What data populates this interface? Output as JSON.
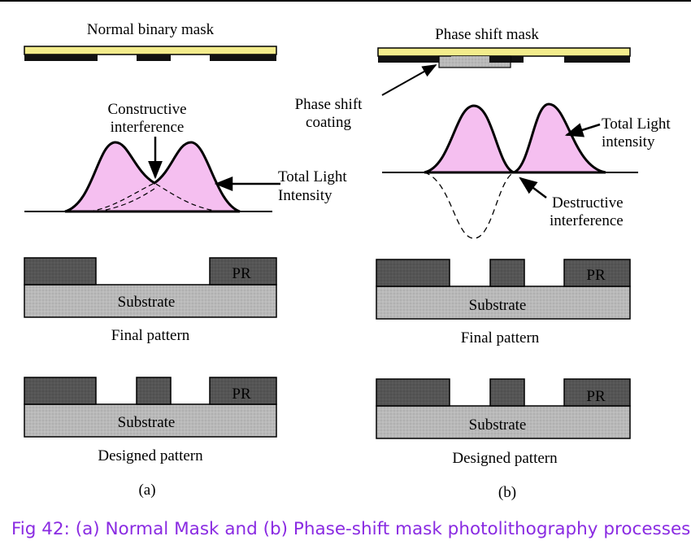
{
  "panel_a": {
    "mask_title": "Normal binary mask",
    "interference_label_line1": "Constructive",
    "interference_label_line2": "interference",
    "intensity_label_line1": "Total Light",
    "intensity_label_line2": "Intensity",
    "final": {
      "pr_label": "PR",
      "substrate_label": "Substrate",
      "caption": "Final  pattern"
    },
    "designed": {
      "pr_label": "PR",
      "substrate_label": "Substrate",
      "caption": "Designed pattern"
    },
    "panel_label": "(a)"
  },
  "panel_b": {
    "mask_title": "Phase shift mask",
    "coating_label_line1": "Phase shift",
    "coating_label_line2": "coating",
    "intensity_label_line1": "Total Light",
    "intensity_label_line2": "intensity",
    "interference_label_line1": "Destructive",
    "interference_label_line2": "interference",
    "final": {
      "pr_label": "PR",
      "substrate_label": "Substrate",
      "caption": "Final  pattern"
    },
    "designed": {
      "pr_label": "PR",
      "substrate_label": "Substrate",
      "caption": "Designed pattern"
    },
    "panel_label": "(b)"
  },
  "caption": "Fig 42: (a) Normal Mask and (b) Phase-shift mask photolithography processes",
  "colors": {
    "mask_glass": "#f3ec8c",
    "chrome": "#111111",
    "intensity_fill": "#f5bff0",
    "photoresist": "#555555",
    "substrate": "#b9b9b9",
    "caption_text": "#8a2be2"
  }
}
